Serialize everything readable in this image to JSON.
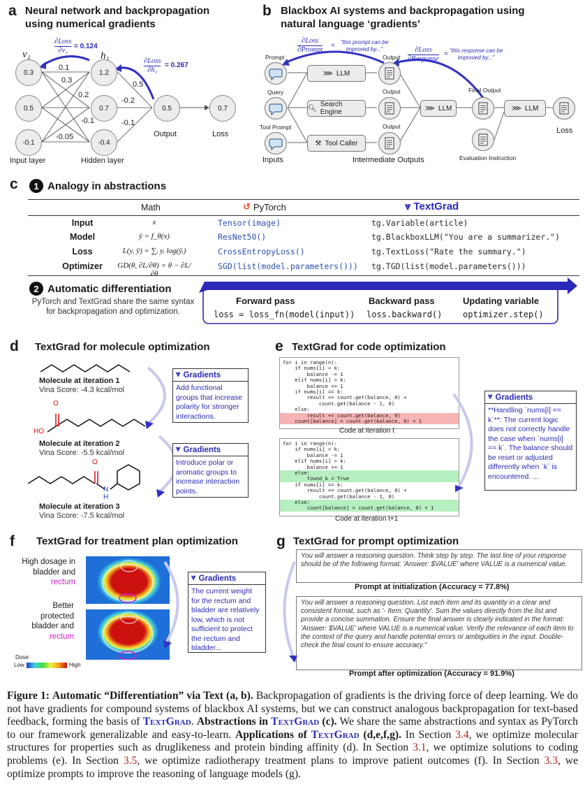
{
  "panel_a": {
    "letter": "a",
    "title": "Neural network and backpropagation using numerical gradients",
    "grad1": "= 0.124",
    "grad2": "= 0.267",
    "input_nodes": [
      "0.3",
      "0.5",
      "-0.1"
    ],
    "hidden_nodes": [
      "1.2",
      "0.7",
      "-0.4"
    ],
    "output_node": "0.5",
    "loss_node": "0.7",
    "weights": [
      "0.1",
      "0.3",
      "0.2",
      "-0.1",
      "-0.05",
      "0.5",
      "-0.2",
      "-0.1"
    ],
    "v1": "v₁",
    "h1": "h₁",
    "label_input": "Input layer",
    "label_hidden": "Hidden layer",
    "label_output": "Output",
    "label_loss": "Loss"
  },
  "panel_b": {
    "letter": "b",
    "title": "Blackbox AI systems and backpropagation using natural language ‘gradients’",
    "quote1": "\"this prompt can be improved by...\"",
    "quote2": "\"this response can be improved by...\"",
    "eq_sign": "=",
    "prompt": "Prompt",
    "query": "Query",
    "tool_prompt": "Tool Prompt",
    "inputs": "Inputs",
    "llm": "LLM",
    "search_engine": "Search Engine",
    "tool_caller": "Tool Caller",
    "output": "Output",
    "final_output": "Final Output",
    "evaluation_instruction": "Evaluation Instruction",
    "intermediate_outputs": "Intermediate Outputs",
    "loss": "Loss"
  },
  "panel_c": {
    "letter": "c",
    "step1_num": "1",
    "step1_title": "Analogy in abstractions",
    "col_math": "Math",
    "col_pytorch": "PyTorch",
    "col_textgrad": "TextGrad",
    "rows": [
      {
        "label": "Input",
        "math": "x",
        "pytorch": "Tensor(image)",
        "textgrad": "tg.Variable(article)"
      },
      {
        "label": "Model",
        "math": "ŷ = f_θ(x)",
        "pytorch": "ResNet50()",
        "textgrad": "tg.BlackboxLLM(\"You are a summarizer.\")"
      },
      {
        "label": "Loss",
        "math": "L(y, ŷ) = ∑ᵢ yᵢ log(ŷᵢ)",
        "pytorch": "CrossEntropyLoss()",
        "textgrad": "tg.TextLoss(\"Rate the summary.\")"
      },
      {
        "label": "Optimizer",
        "math": "GD(θ, ∂L/∂θ) = θ − ∂L/∂θ",
        "pytorch": "SGD(list(model.parameters()))",
        "textgrad": "tg.TGD(list(model.parameters()))"
      }
    ],
    "step2_num": "2",
    "step2_title": "Automatic differentiation",
    "step2_desc": "PyTorch and TextGrad share the same syntax for backpropagation and optimization.",
    "forward_title": "Forward pass",
    "forward_code": "loss = loss_fn(model(input))",
    "backward_title": "Backward pass",
    "backward_code": "loss.backward()",
    "update_title": "Updating variable",
    "update_code": "optimizer.step()"
  },
  "panel_d": {
    "letter": "d",
    "title": "TextGrad for molecule optimization",
    "mol1": "Molecule at iteration 1",
    "score1": "Vina Score: -4.3 kcal/mol",
    "mol2": "Molecule at iteration 2",
    "score2": "Vina Score: -5.5 kcal/mol",
    "mol3": "Molecule at iteration 3",
    "score3": "Vina Score: -7.5 kcal/mol",
    "atom_ho": "HO",
    "atom_o1": "O",
    "atom_o2": "O",
    "atom_n": "N",
    "atom_h": "H",
    "grad_header": "Gradients",
    "grad1": "Add functional groups that increase polarity for stronger interactions.",
    "grad2": "Introduce polar or aromatic groups to increase interaction points."
  },
  "panel_e": {
    "letter": "e",
    "title": "TextGrad for code optimization",
    "code_t_plain": "for i in range(n):\n    if nums[i] < k:\n        balance -= 1\n    elif nums[i] > k:\n        balance += 1\n    if nums[i] == k:\n        result += count.get(balance, 0) +\n            count.get(balance - 1, 0)\n    else:",
    "code_t_red": "        result += count.get(balance, 0)\n    count[balance] = count.get(balance, 0) + 1",
    "caption_t": "Code at iteration t",
    "code_t1_a": "for i in range(n):\n    if nums[i] < k:\n        balance -= 1\n    elif nums[i] > k:\n        balance += 1",
    "code_t1_green1": "    else:\n        found_k = True",
    "code_t1_b": "    if nums[i] == k:\n        result += count.get(balance, 0) +\n            count.get(balance - 1, 0)",
    "code_t1_green2": "    else:\n        count[balance] = count.get(balance, 0) + 1",
    "caption_t1": "Code at iteration t+1",
    "grad_header": "Gradients",
    "grad_text": "**Handling `nums[i] == k`**: The current logic does not correctly handle the case when `nums[i] == k`. The balance should be reset or adjusted differently when `k` is encountered. ..."
  },
  "panel_f": {
    "letter": "f",
    "title": "TextGrad for treatment plan optimization",
    "label1_a": "High dosage in",
    "label1_b": "bladder and",
    "label1_c": "rectum",
    "label2_a": "Better protected",
    "label2_b": "bladder and",
    "label2_c": "rectum",
    "dose": "Dose:",
    "low": "Low",
    "high": "High",
    "grad_header": "Gradients",
    "grad_text": "The current weight for the rectum and bladder are relatively low, which is not sufficient to protect the rectum and bladder..."
  },
  "panel_g": {
    "letter": "g",
    "title": "TextGrad for prompt optimization",
    "prompt1": "You will answer a reasoning question. Think step by step. The last line of your response should be of the following format: 'Answer: $VALUE' where VALUE is a numerical value.",
    "caption1": "Prompt at initialization (Accuracy = 77.8%)",
    "prompt2": "You will answer a reasoning question. List each item and its quantity in a clear and consistent format, such as '- Item: Quantity'. Sum the values directly from the list and provide a concise summation. Ensure the final answer is clearly indicated in the format: 'Answer: $VALUE' where VALUE is a numerical value. Verify the relevance of each item to the context of the query and handle potential errors or ambiguities in the input. Double-check the final count to ensure accuracy.\"",
    "caption2": "Prompt after optimization (Accuracy = 91.9%)"
  },
  "caption": {
    "fig": "Figure 1:",
    "bold_title": "Automatic “Differentiation” via Text (a, b).",
    "s1": "Backpropagation of gradients is the driving force of deep learning. We do not have gradients for compound systems of blackbox AI systems, but we can construct analogous backpropagation for text-based feedback, forming the basis of",
    "textgrad": "TextGrad",
    "s2": ".",
    "b_abs": "Abstractions in",
    "b_c": "(c).",
    "s3": "We share the same abstractions and syntax as PyTorch to our framework generalizable and easy-to-learn.",
    "b_app": "Applications of",
    "b_defg": "(d,e,f,g).",
    "s4": "In Section",
    "ref1": "3.4",
    "s5": ", we optimize molecular structures for properties such as druglikeness and protein binding affinity (d). In Section",
    "ref2": "3.1",
    "s6": ", we optimize solutions to coding problems (e). In Section",
    "ref3": "3.5",
    "s7": ", we optimize radiotherapy treatment plans to improve patient outcomes (f). In Section",
    "ref4": "3.3",
    "s8": ", we optimize prompts to improve the reasoning of language models (g)."
  }
}
